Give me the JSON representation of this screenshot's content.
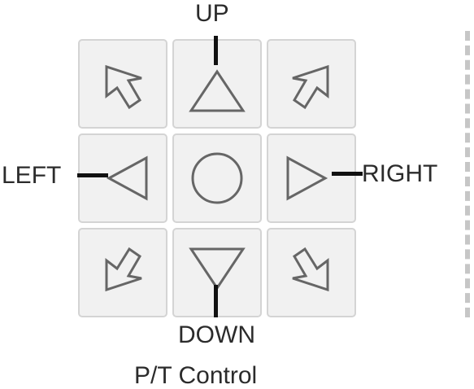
{
  "labels": {
    "up": "UP",
    "down": "DOWN",
    "left": "LEFT",
    "right": "RIGHT",
    "title": "P/T Control"
  },
  "buttons": [
    {
      "name": "up-left-button",
      "icon": "arrow-up-left-icon"
    },
    {
      "name": "up-button",
      "icon": "triangle-up-icon"
    },
    {
      "name": "up-right-button",
      "icon": "arrow-up-right-icon"
    },
    {
      "name": "left-button",
      "icon": "triangle-left-icon"
    },
    {
      "name": "home-button",
      "icon": "circle-icon"
    },
    {
      "name": "right-button",
      "icon": "triangle-right-icon"
    },
    {
      "name": "down-left-button",
      "icon": "arrow-down-left-icon"
    },
    {
      "name": "down-button",
      "icon": "triangle-down-icon"
    },
    {
      "name": "down-right-button",
      "icon": "arrow-down-right-icon"
    }
  ],
  "colors": {
    "button_fill": "#f1f1f1",
    "button_border": "#d4d4d4",
    "icon_stroke": "#666666",
    "callout_line": "#111111",
    "divider": "#c6c6c6"
  }
}
